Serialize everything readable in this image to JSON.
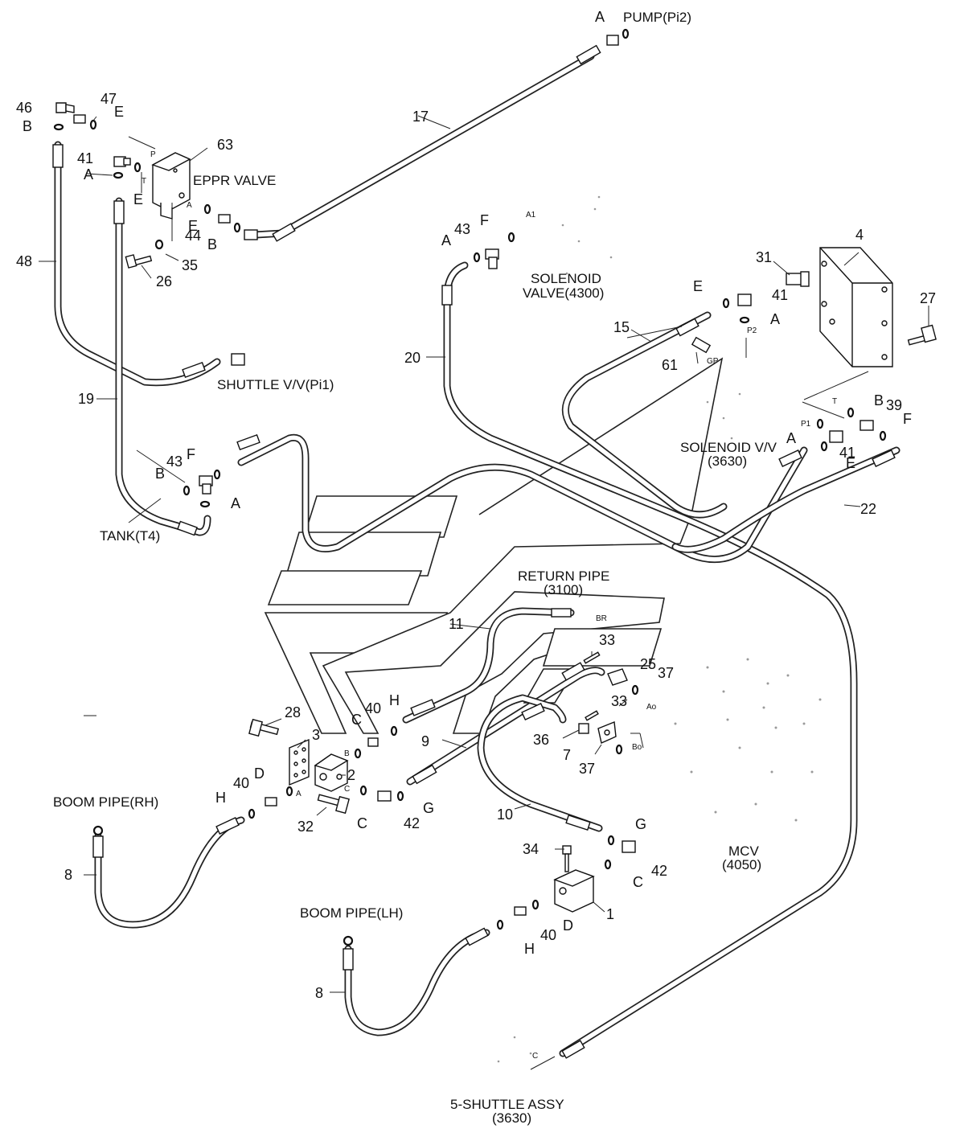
{
  "labels": {
    "pump_pi2": "PUMP(Pi2)",
    "eppr_valve": "EPPR VALVE",
    "solenoid_valve_4300": "SOLENOID VALVE(4300)",
    "solenoid_valve_4300_l1": "SOLENOID",
    "solenoid_valve_4300_l2": "VALVE(4300)",
    "shuttle_pi1": "SHUTTLE V/V(Pi1)",
    "solenoid_vv_l1": "SOLENOID V/V",
    "solenoid_vv_l2": "(3630)",
    "tank_t4": "TANK(T4)",
    "return_pipe_l1": "RETURN PIPE",
    "return_pipe_l2": "(3100)",
    "boom_pipe_rh": "BOOM PIPE(RH)",
    "boom_pipe_lh": "BOOM PIPE(LH)",
    "mcv_l1": "MCV",
    "mcv_l2": "(4050)",
    "shuttle_assy_l1": "5-SHUTTLE ASSY",
    "shuttle_assy_l2": "(3630)"
  },
  "ports": {
    "p": "P",
    "t": "T",
    "a": "A",
    "a1": "A1",
    "p2": "P2",
    "gp": "GP",
    "t2": "T",
    "p1": "P1",
    "br": "BR",
    "ao": "Ao",
    "bo": "Bo",
    "b": "B",
    "c": "C",
    "a3": "A",
    "c2": "C"
  },
  "callouts": {
    "n1": "1",
    "n2": "2",
    "n3": "3",
    "n4": "4",
    "n7": "7",
    "n8a": "8",
    "n8b": "8",
    "n9": "9",
    "n10": "10",
    "n11": "11",
    "n15": "15",
    "n17": "17",
    "n19": "19",
    "n20": "20",
    "n22": "22",
    "n25": "25",
    "n26": "26",
    "n27": "27",
    "n28": "28",
    "n31": "31",
    "n32": "32",
    "n33a": "33",
    "n33b": "33",
    "n34": "34",
    "n35": "35",
    "n36": "36",
    "n37a": "37",
    "n37b": "37",
    "n39": "39",
    "n40a": "40",
    "n40b": "40",
    "n40c": "40",
    "n41a": "41",
    "n41b": "41",
    "n41c": "41",
    "n42a": "42",
    "n42b": "42",
    "n43a": "43",
    "n43b": "43",
    "n44": "44",
    "n46": "46",
    "n47": "47",
    "n48": "48",
    "n61": "61",
    "n63": "63"
  },
  "seals": {
    "A1": "A",
    "A2": "A",
    "A3": "A",
    "A4": "A",
    "A5": "A",
    "A6": "A",
    "B1": "B",
    "B2": "B",
    "B3": "B",
    "B4": "B",
    "C1": "C",
    "C2": "C",
    "C3": "C",
    "D1": "D",
    "D2": "D",
    "E1": "E",
    "E2": "E",
    "E3": "E",
    "E4": "E",
    "E5": "E",
    "F1": "F",
    "F2": "F",
    "F3": "F",
    "G1": "G",
    "G2": "G",
    "H1": "H",
    "H2": "H",
    "H3": "H"
  }
}
